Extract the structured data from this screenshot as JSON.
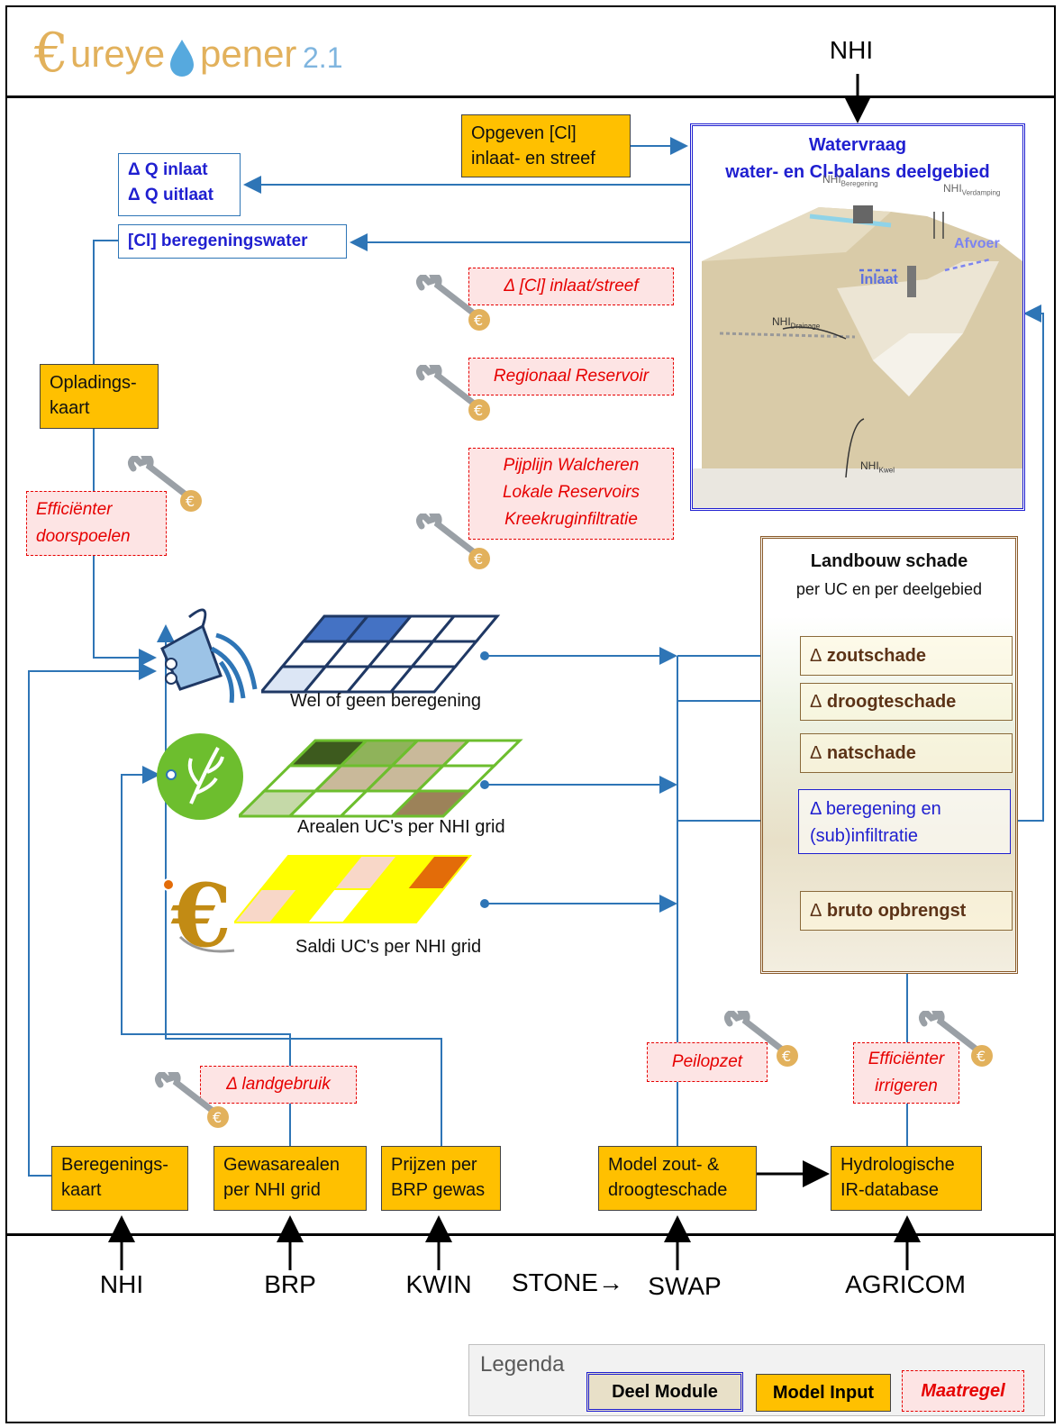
{
  "header": {
    "logo_euro": "€",
    "logo_text_1": "ureye",
    "logo_text_2": "pener",
    "logo_version": "2.1",
    "top_source": "NHI"
  },
  "module": {
    "title": "Watervraag",
    "subtitle": "water- en Cl-balans deelgebied",
    "nhi_beregening": "NHI",
    "nhi_beregening_sub": "Beregening",
    "nhi_verdamping": "NHI",
    "nhi_verdamping_sub": "Verdamping",
    "nhi_drainage": "NHI",
    "nhi_drainage_sub": "Drainage",
    "nhi_kwel": "NHI",
    "nhi_kwel_sub": "Kwel",
    "inlaat": "Inlaat",
    "afvoer": "Afvoer"
  },
  "inputs": {
    "opgeven": [
      "Opgeven [Cl]",
      "inlaat- en streef"
    ],
    "oplading": [
      "Opladings-",
      "kaart"
    ],
    "beregening": [
      "Beregenings-",
      "kaart"
    ],
    "gewas": [
      "Gewasarealen",
      "per NHI grid"
    ],
    "prijzen": [
      "Prijzen per",
      "BRP gewas"
    ],
    "model": [
      "Model zout- &",
      "droogteschade"
    ],
    "hydro": [
      "Hydrologische",
      "IR-database"
    ]
  },
  "outputs": {
    "q_in": "Δ Q inlaat",
    "q_out": "Δ Q uitlaat",
    "cl": "[Cl] beregeningswater"
  },
  "measures": {
    "inlaat": "Δ [Cl] inlaat/streef",
    "reservoir": "Regionaal Reservoir",
    "pijplijn": [
      "Pijplijn Walcheren",
      "Lokale Reservoirs",
      "Kreekruginfiltratie"
    ],
    "doorspoelen": [
      "Efficiënter",
      "doorspoelen"
    ],
    "landgebruik": "Δ landgebruik",
    "peilopzet": "Peilopzet",
    "irrigeren": [
      "Efficiënter",
      "irrigeren"
    ]
  },
  "grids": {
    "beregening_caption": "Wel of geen beregening",
    "arealen_caption": "Arealen UC's per NHI grid",
    "saldi_caption": "Saldi UC's per NHI grid",
    "blue_fill": [
      "#4472C4",
      "#4472C4",
      "#ffffff",
      "#ffffff",
      "#ffffff",
      "#ffffff",
      "#ffffff",
      "#ffffff",
      "#DCE6F5",
      "#ffffff",
      "#ffffff",
      "#ffffff"
    ],
    "green_fill": [
      "#3D5A1E",
      "#8FB35A",
      "#C9B99A",
      "#ffffff",
      "#ffffff",
      "#C9B99A",
      "#C9B99A",
      "#ffffff",
      "#C5D9A8",
      "#ffffff",
      "#ffffff",
      "#9C8259"
    ],
    "yellow_fill": [
      "#FFFF00",
      "#FFFF00",
      "#F8D7C8",
      "#FFFF00",
      "#E36C09",
      "#F8D7C8",
      "#FFFF00",
      "#ffffff",
      "#FFFF00",
      "#FFFF00"
    ]
  },
  "landbouw": {
    "title": "Landbouw schade",
    "subtitle": "per UC en per deelgebied",
    "zout": "zoutschade",
    "droogte": "droogteschade",
    "nat": "natschade",
    "beregening": [
      "Δ beregening en",
      "(sub)infiltratie"
    ],
    "bruto": "bruto opbrengst",
    "delta": "Δ"
  },
  "sources": {
    "nhi": "NHI",
    "brp": "BRP",
    "kwin": "KWIN",
    "stone": "STONE→",
    "swap": "SWAP",
    "agricom": "AGRICOM"
  },
  "legend": {
    "title": "Legenda",
    "deel": "Deel Module",
    "input": "Model Input",
    "maatregel": "Maatregel"
  },
  "colors": {
    "input": "#FFC000",
    "module_border": "#1F1FD0",
    "measure": "#E60000",
    "wire": "#2E75B6",
    "damage_text": "#5C3317"
  }
}
